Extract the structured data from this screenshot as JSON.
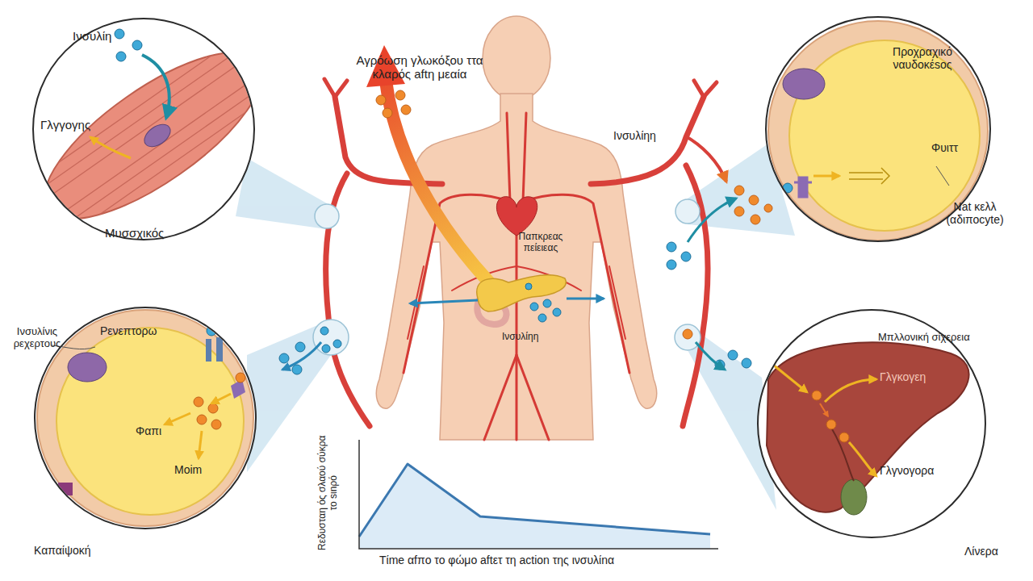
{
  "diagram": {
    "nodes": [
      {
        "text": [
          "Ινσυλίη",
          "Γλγγογης",
          "Μυσσχικός"
        ]
      },
      {
        "text": [
          "Προχραχικό ναυδοκέsος",
          "Φυιττ",
          "Nat κελλ (αδιποcyte)"
        ]
      },
      {
        "text": [
          "Ινσυλίνις ρεχερτους",
          "Ρενεπτορω",
          "Φαπι",
          "Moim",
          "Καπαίψοκή"
        ]
      },
      {
        "text": [
          "Μπλλονική σίχερεια",
          "Γλγκογεη",
          "Γλγνογορα",
          "Λίνερα"
        ]
      }
    ],
    "labels": [
      "Αγρόωση γλωκόξου ττα κλαρός aftη μεαία",
      "Ινσυλίηη",
      "Παπκρεας πείειεας",
      "Ινσυλίηη",
      "Rεδυσταη ός σλαού σύκρα το sιnρό",
      "Tίme αfπo το φώμο aftετ τη action της ινσυλίnα"
    ]
  }
}
